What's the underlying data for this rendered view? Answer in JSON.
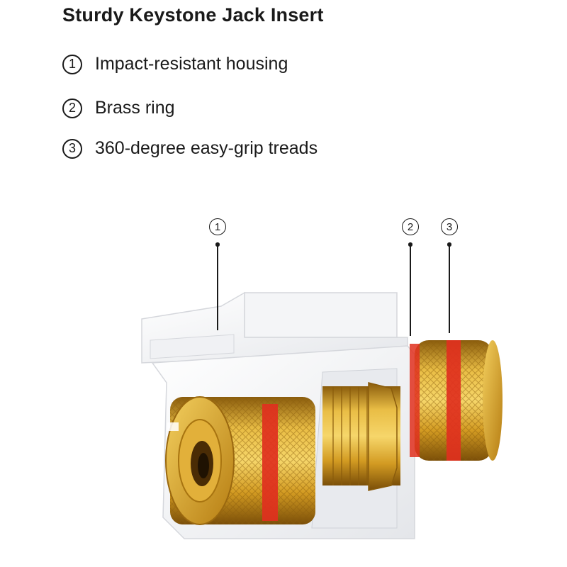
{
  "title": "Sturdy Keystone Jack Insert",
  "features": [
    {
      "number": "1",
      "label": "Impact-resistant housing"
    },
    {
      "number": "2",
      "label": "Brass ring"
    },
    {
      "number": "3",
      "label": "360-degree easy-grip treads"
    }
  ],
  "callouts": [
    "1",
    "2",
    "3"
  ],
  "colors": {
    "gold": "#d9a526",
    "gold_dark": "#a87410",
    "red_ring": "#e0301e",
    "housing": "#ffffff"
  }
}
